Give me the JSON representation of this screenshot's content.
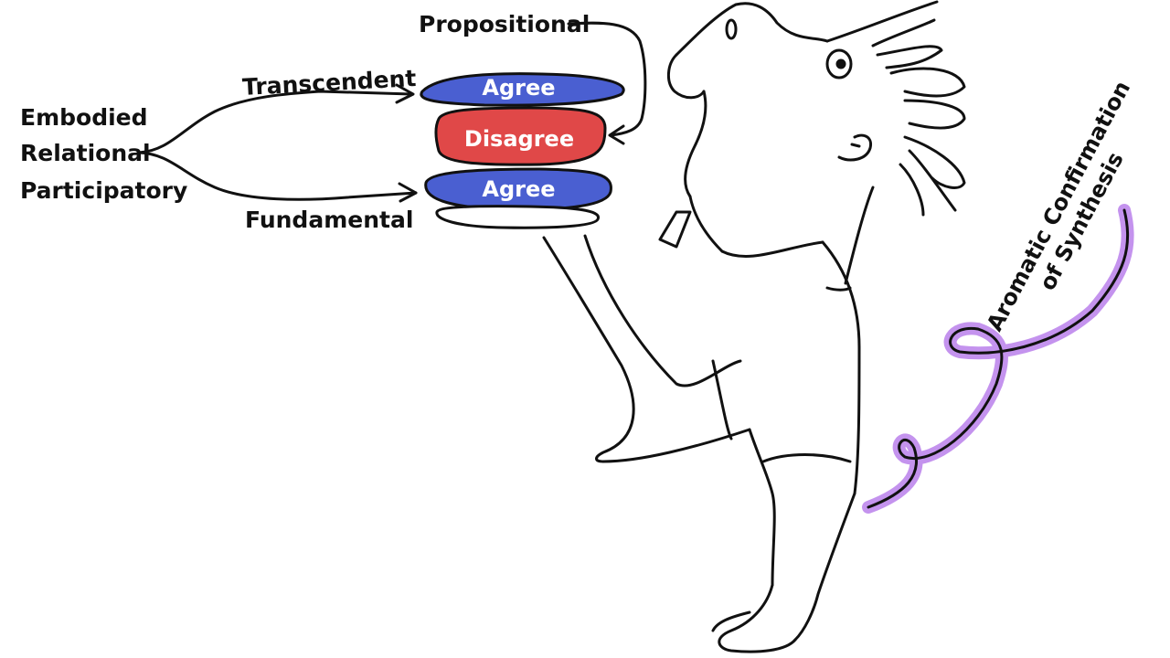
{
  "labels": {
    "left_stack": [
      "Embodied",
      "Relational",
      "Participatory"
    ],
    "transcendent": "Transcendent",
    "fundamental": "Fundamental",
    "propositional": "Propositional",
    "aromatic_line1": "Aromatic Confirmation",
    "aromatic_line2": "of Synthesis"
  },
  "sandwich": {
    "top": "Agree",
    "middle": "Disagree",
    "bottom": "Agree"
  },
  "colors": {
    "agree": "#4a5fd1",
    "disagree": "#e04848",
    "tail": "#b06fe8",
    "ink": "#111111"
  },
  "icons": {
    "creature": "creature-icon",
    "arrow": "arrow-icon"
  }
}
